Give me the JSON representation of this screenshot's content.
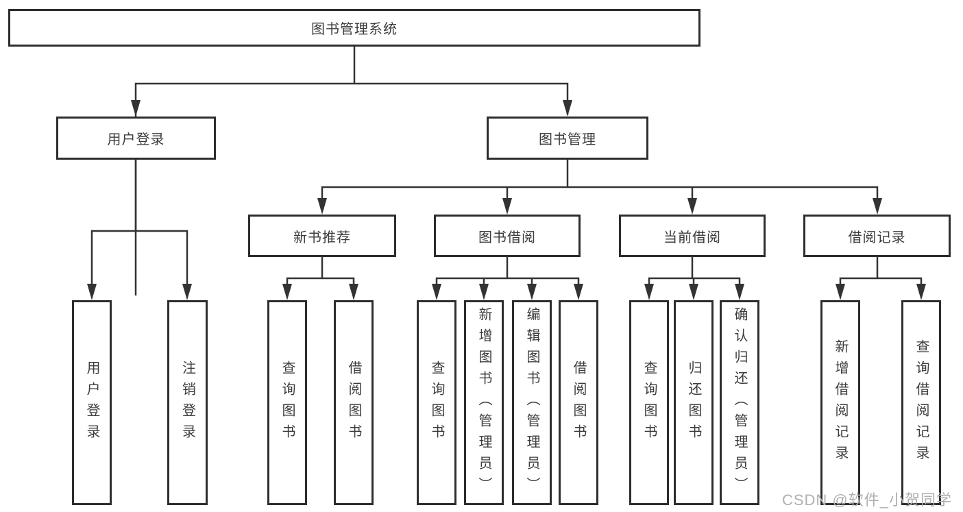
{
  "nodes": {
    "root": {
      "label": "图书管理系统"
    },
    "level1": [
      {
        "label": "用户登录"
      },
      {
        "label": "图书管理"
      }
    ],
    "level2": [
      {
        "label": "新书推荐"
      },
      {
        "label": "图书借阅"
      },
      {
        "label": "当前借阅"
      },
      {
        "label": "借阅记录"
      }
    ],
    "leaves": [
      {
        "label": "用户登录"
      },
      {
        "label": "注销登录"
      },
      {
        "label": "查询图书"
      },
      {
        "label": "借阅图书"
      },
      {
        "label": "查询图书"
      },
      {
        "label": "新增图书（管理员）"
      },
      {
        "label": "编辑图书（管理员）"
      },
      {
        "label": "借阅图书"
      },
      {
        "label": "查询图书"
      },
      {
        "label": "归还图书"
      },
      {
        "label": "确认归还（管理员）"
      },
      {
        "label": "新增借阅记录"
      },
      {
        "label": "查询借阅记录"
      }
    ]
  },
  "watermark": {
    "text": "CSDN @软件_小贺同学"
  },
  "colors": {
    "line": "#333333",
    "box_border": "#2d2d2d",
    "box_background": "#ffffff",
    "label_text": "#3c3c3c",
    "watermark_text": "#b0b0b0"
  }
}
